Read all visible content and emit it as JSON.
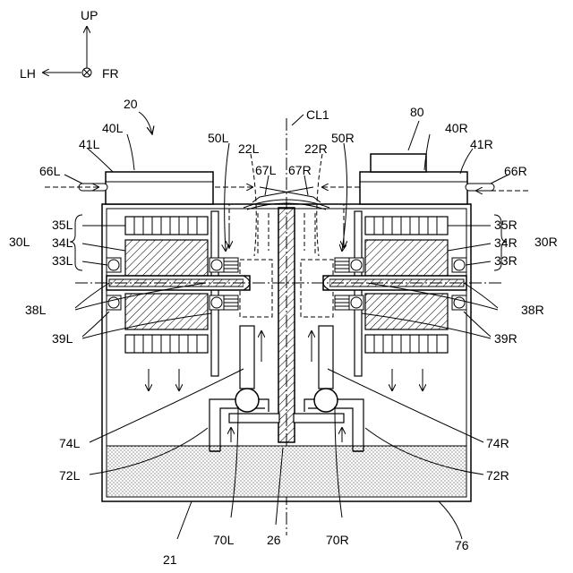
{
  "orientation": {
    "up": "UP",
    "left": "LH",
    "front": "FR"
  },
  "labels": {
    "assembly": "20",
    "centerline": "CL1",
    "l40": "40L",
    "r40": "40R",
    "l41": "41L",
    "r41": "41R",
    "n80": "80",
    "l50": "50L",
    "r50": "50R",
    "l22": "22L",
    "r22": "22R",
    "l67": "67L",
    "r67": "67R",
    "l66": "66L",
    "r66": "66R",
    "l30": "30L",
    "r30": "30R",
    "l35": "35L",
    "r35": "35R",
    "l34": "34L",
    "r34": "34R",
    "l33": "33L",
    "r33": "33R",
    "l38": "38L",
    "r38": "38R",
    "l39": "39L",
    "r39": "39R",
    "l74": "74L",
    "r74": "74R",
    "l72": "72L",
    "r72": "72R",
    "l70": "70L",
    "r70": "70R",
    "n21": "21",
    "n26": "26",
    "n76": "76"
  }
}
